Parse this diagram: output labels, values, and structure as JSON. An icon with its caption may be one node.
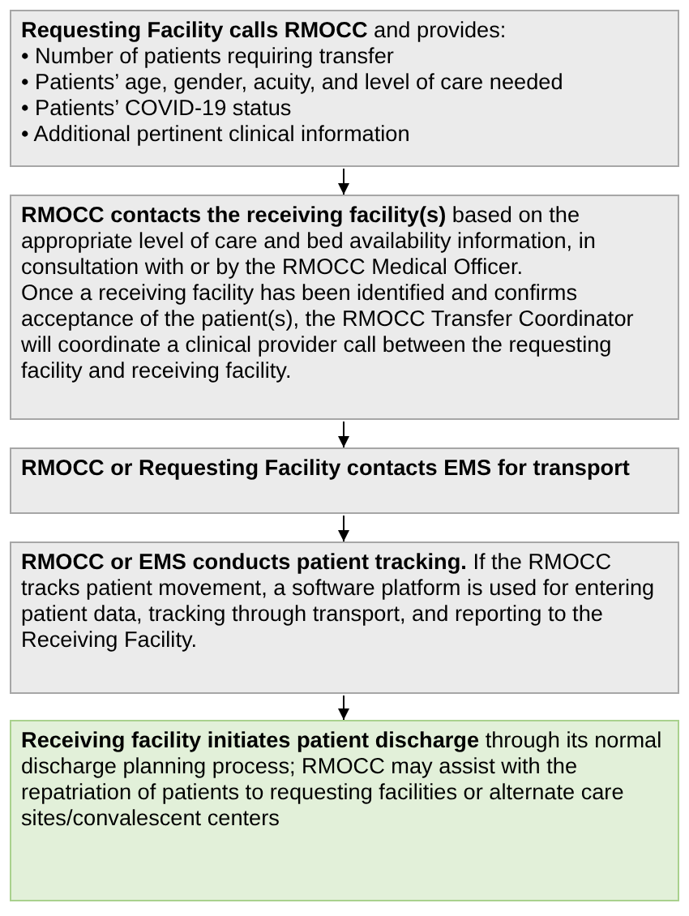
{
  "diagram": {
    "nodes": [
      {
        "text": [
          "**Requesting Facility calls RMOCC** and provides:",
          "• Number of patients requiring transfer",
          "• Patients’ age, gender, acuity, and level of care needed",
          "• Patients’ COVID-19 status",
          "• Additional pertinent clinical information"
        ]
      },
      {
        "text": [
          "**RMOCC contacts the receiving facility(s)** based on the appropriate level of care and bed availability information, in consultation with or by the RMOCC Medical Officer.",
          "Once a receiving facility has been identified and confirms acceptance of the patient(s), the RMOCC Transfer Coordinator will coordinate a clinical provider call between the requesting facility and receiving facility."
        ]
      },
      {
        "text": [
          "**RMOCC or Requesting Facility contacts EMS for transport**"
        ]
      },
      {
        "text": [
          "**RMOCC or EMS conducts patient tracking.** If the RMOCC tracks patient movement, a software platform is used for entering patient data, tracking through transport, and reporting to the Receiving Facility."
        ]
      },
      {
        "text": [
          "**Receiving facility initiates patient discharge** through its normal discharge planning process; RMOCC may assist with the repatriation of patients to requesting facilities or alternate care sites/convalescent centers"
        ]
      }
    ],
    "edges": [
      {
        "from": 0,
        "to": 1,
        "arrow": "to"
      },
      {
        "from": 1,
        "to": 2,
        "arrow": "to"
      },
      {
        "from": 2,
        "to": 3,
        "arrow": "to"
      },
      {
        "from": 3,
        "to": 4,
        "arrow": "to"
      }
    ]
  }
}
